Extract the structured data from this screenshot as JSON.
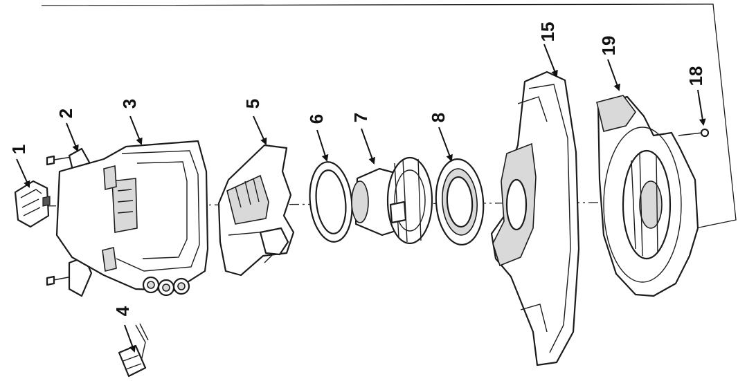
{
  "parts": [
    {
      "id": "part-1",
      "label": "1"
    },
    {
      "id": "part-2",
      "label": "2"
    },
    {
      "id": "part-3",
      "label": "3"
    },
    {
      "id": "part-4",
      "label": "4"
    },
    {
      "id": "part-5",
      "label": "5"
    },
    {
      "id": "part-6",
      "label": "6"
    },
    {
      "id": "part-7",
      "label": "7"
    },
    {
      "id": "part-8",
      "label": "8"
    },
    {
      "id": "part-15",
      "label": "15"
    },
    {
      "id": "part-18",
      "label": "18"
    },
    {
      "id": "part-19",
      "label": "19"
    }
  ]
}
